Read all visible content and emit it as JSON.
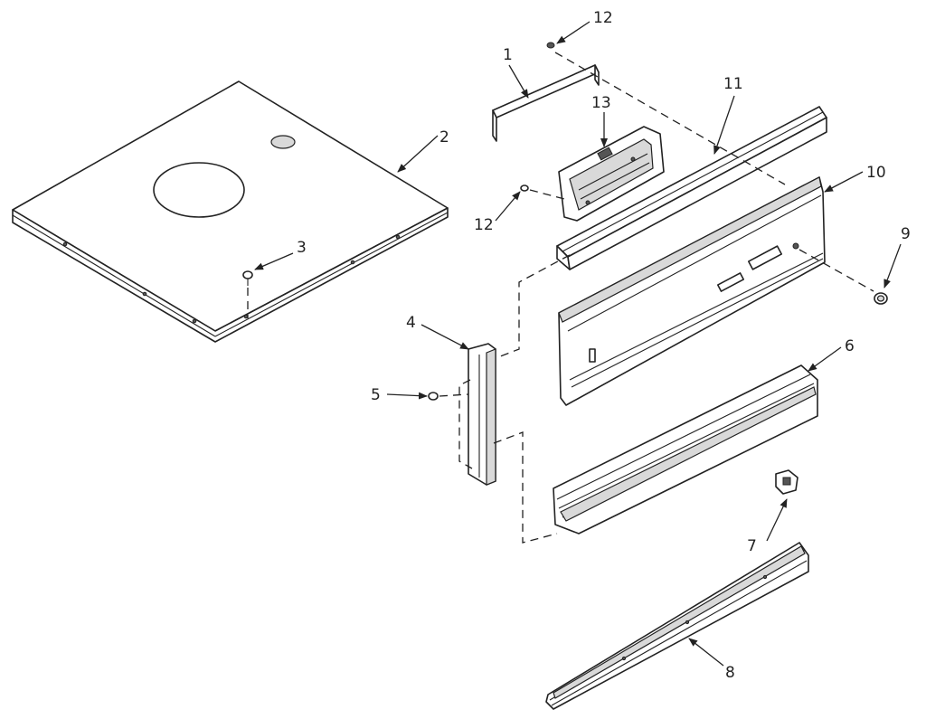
{
  "callouts": {
    "c1": "1",
    "c2": "2",
    "c3": "3",
    "c4": "4",
    "c5": "5",
    "c6": "6",
    "c7": "7",
    "c8": "8",
    "c9": "9",
    "c10": "10",
    "c11": "11",
    "c12_top": "12",
    "c12_mid": "12",
    "c13": "13"
  }
}
